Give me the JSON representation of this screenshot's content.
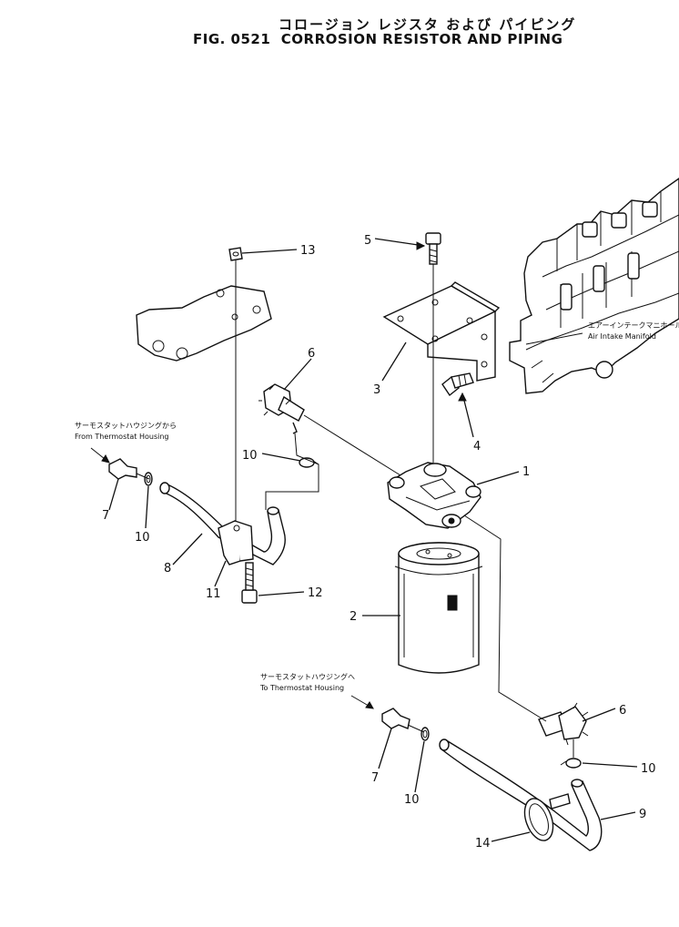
{
  "title": {
    "japanese": "コロージョン レジスタ および パイピング",
    "fig": "FIG. 0521",
    "english": "CORROSION RESISTOR AND PIPING"
  },
  "notes": {
    "manifold_jp": "エアーインテークマニホールド",
    "manifold_en": "Air Intake Manifold",
    "from_housing_jp": "サーモスタットハウジングから",
    "from_housing_en": "From Thermostat Housing",
    "to_housing_jp": "サーモスタットハウジングへ",
    "to_housing_en": "To Thermostat Housing"
  },
  "callouts": {
    "c1": "1",
    "c2": "2",
    "c3": "3",
    "c4": "4",
    "c5": "5",
    "c6a": "6",
    "c6b": "6",
    "c7a": "7",
    "c7b": "7",
    "c8": "8",
    "c9": "9",
    "c10a": "10",
    "c10b": "10",
    "c10c": "10",
    "c10d": "10",
    "c11": "11",
    "c12": "12",
    "c13": "13",
    "c14": "14"
  }
}
